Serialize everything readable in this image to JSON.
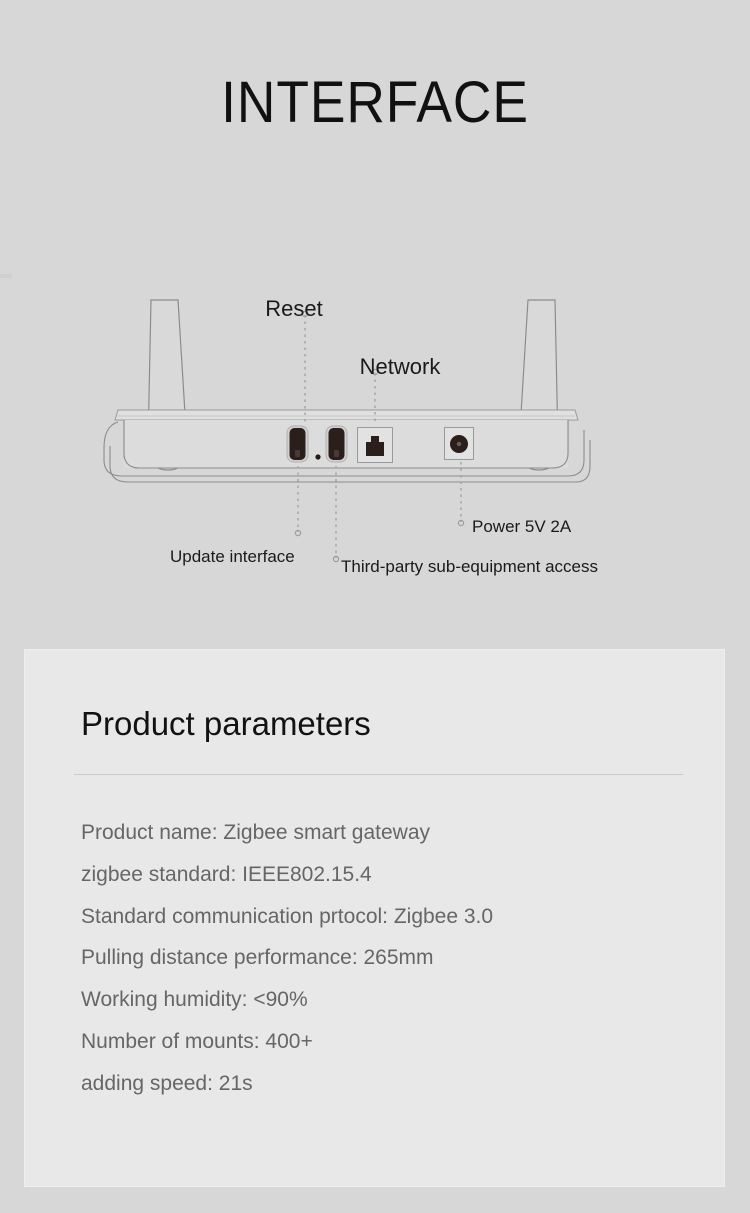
{
  "page": {
    "title": "INTERFACE",
    "background_color": "#d7d7d7",
    "panel_color": "#e8e8e8"
  },
  "diagram": {
    "name": "zigbee-gateway-rear-ports",
    "callouts_top": [
      {
        "id": "reset",
        "label": "Reset"
      },
      {
        "id": "network",
        "label": "Network"
      }
    ],
    "callouts_bottom": [
      {
        "id": "update-interface",
        "label": "Update interface"
      },
      {
        "id": "third-party",
        "label": "Third-party sub-equipment access"
      },
      {
        "id": "power",
        "label": "Power 5V 2A"
      }
    ],
    "ports": [
      {
        "id": "usb-update",
        "type": "usb"
      },
      {
        "id": "reset-pinhole",
        "type": "pinhole"
      },
      {
        "id": "usb-subdevice",
        "type": "usb"
      },
      {
        "id": "rj45",
        "type": "ethernet"
      },
      {
        "id": "dc-jack",
        "type": "power"
      }
    ],
    "antennas": 2,
    "line_color": "#8c8c8c",
    "port_color": "#2b1f1c"
  },
  "parameters": {
    "heading": "Product parameters",
    "items": [
      "Product name: Zigbee smart gateway",
      "zigbee standard: IEEE802.15.4",
      "Standard communication prtocol: Zigbee 3.0",
      "Pulling distance performance: 265mm",
      "Working humidity: <90%",
      "Number of mounts: 400+",
      "adding speed: 21s"
    ]
  }
}
